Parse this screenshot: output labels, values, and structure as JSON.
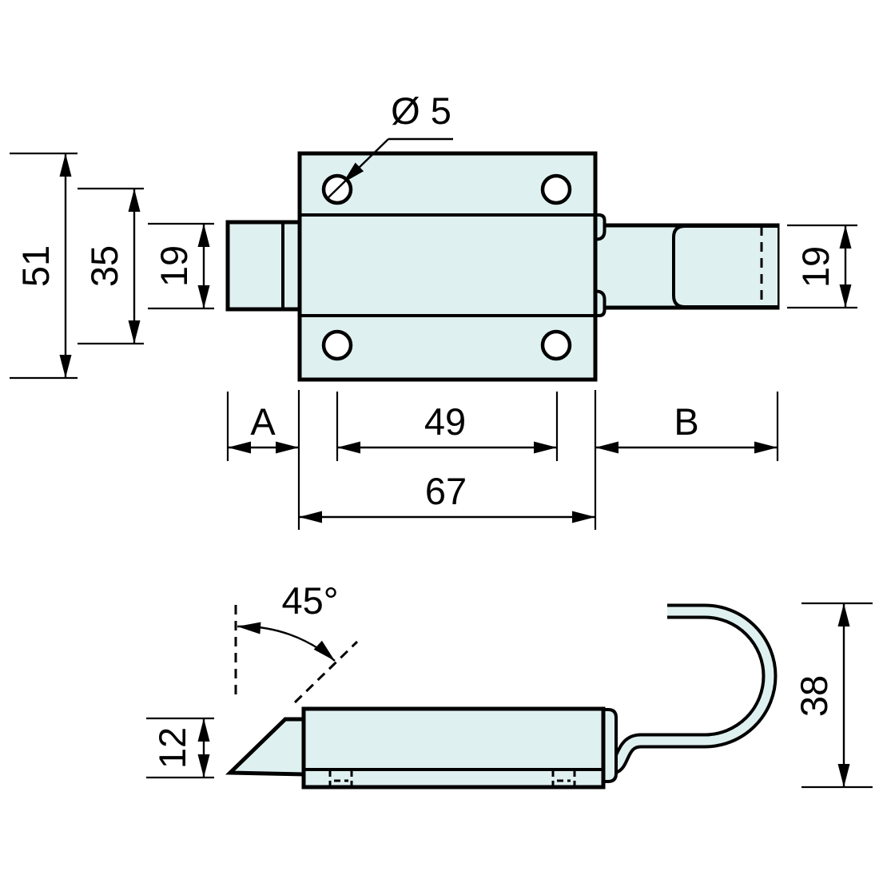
{
  "colors": {
    "shape_fill": "#dff0f0",
    "line": "#000000",
    "background": "#ffffff"
  },
  "dimensions": {
    "hole_diameter": "Ø 5",
    "overall_height": "51",
    "hole_spacing_vertical": "35",
    "bolt_height_left": "19",
    "bolt_height_right": "19",
    "edge_offset_a": "A",
    "hole_spacing_horizontal": "49",
    "bolt_travel_b": "B",
    "body_width": "67",
    "chamfer_angle": "45°",
    "bolt_thickness": "12",
    "hook_height": "38"
  }
}
